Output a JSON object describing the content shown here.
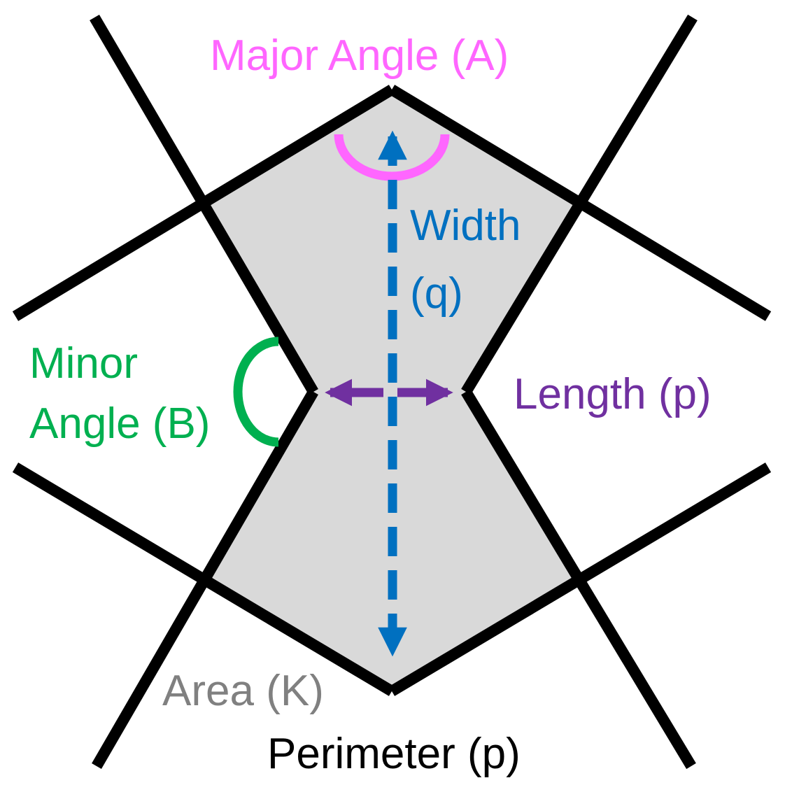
{
  "labels": {
    "major_angle": "Major Angle (A)",
    "width_line1": "Width",
    "width_line2": "(q)",
    "minor_line1": "Minor",
    "minor_line2": "Angle (B)",
    "length": "Length (p)",
    "area": "Area (K)",
    "perimeter": "Perimeter (p)"
  },
  "colors": {
    "major_angle": "#ff66ff",
    "width": "#0070c0",
    "minor_angle": "#00b050",
    "length": "#7030a0",
    "area_text": "#808080",
    "perimeter": "#000000",
    "cell_fill": "#d9d9d9",
    "edges": "#000000"
  }
}
